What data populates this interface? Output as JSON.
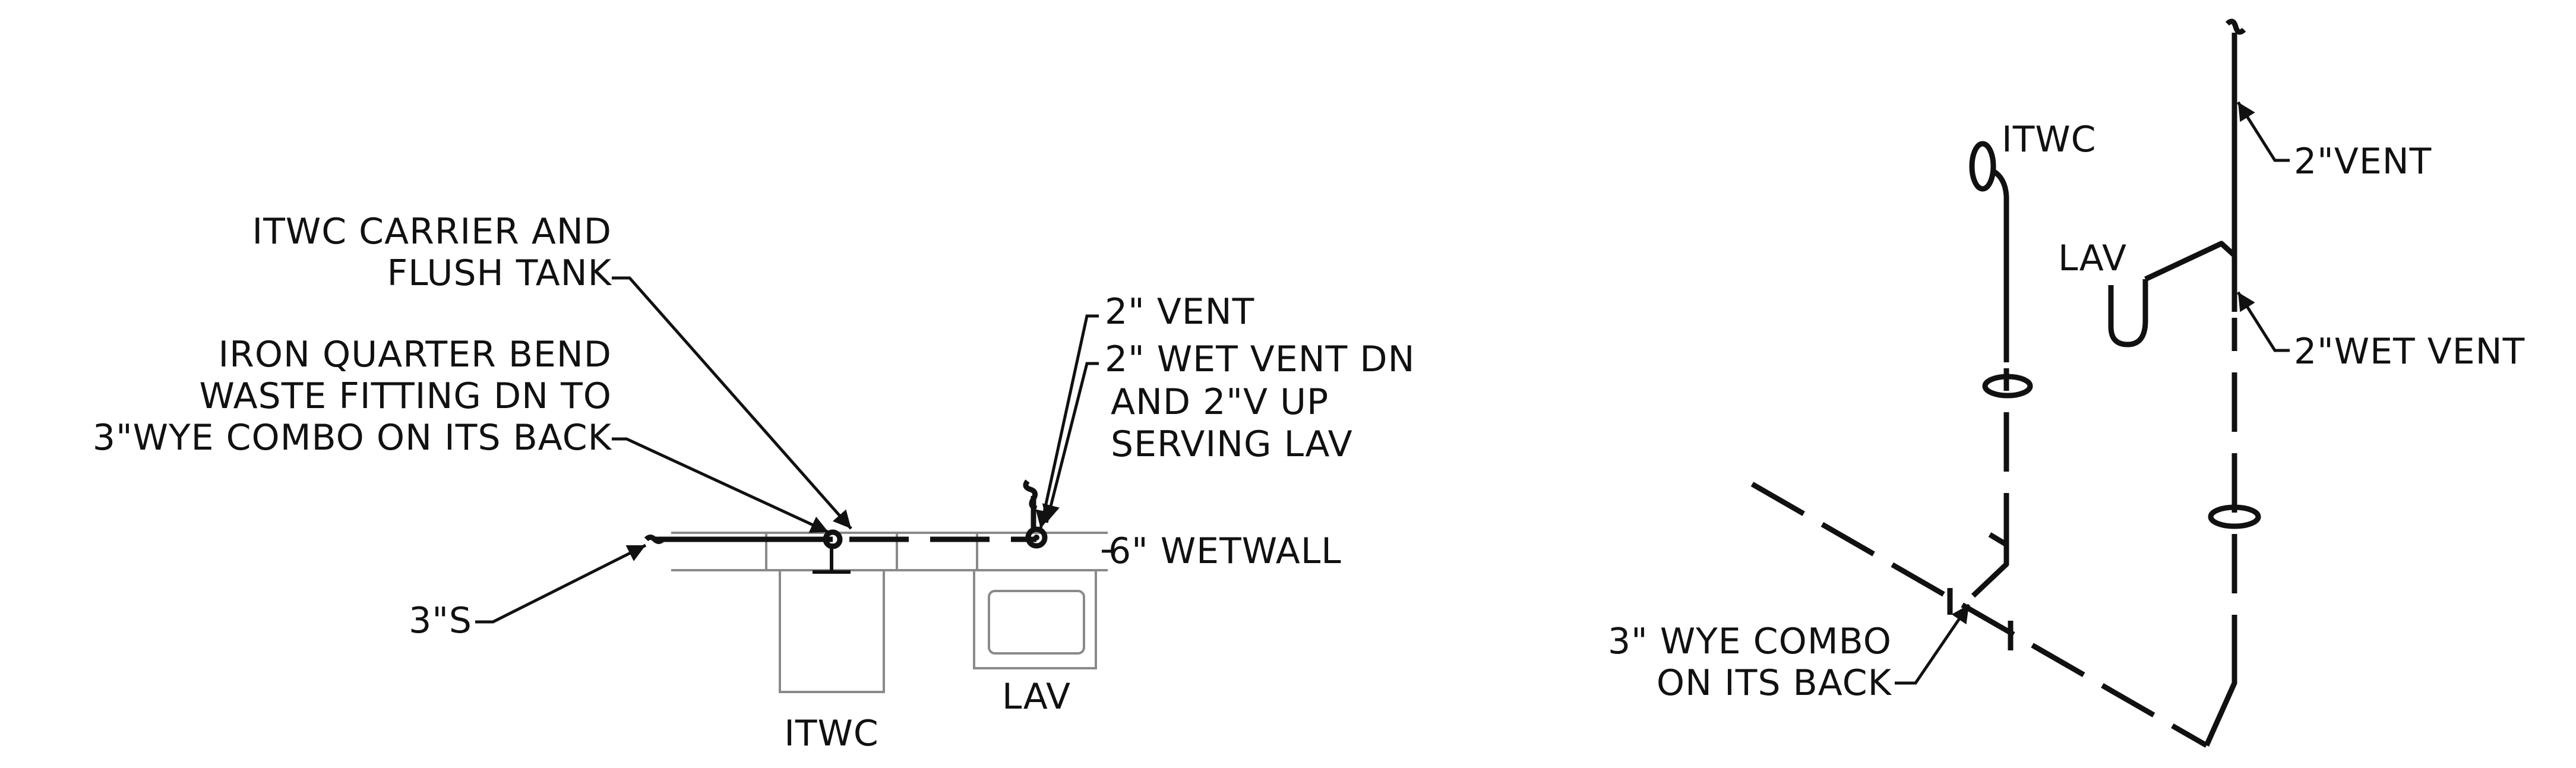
{
  "plan_view": {
    "labels": {
      "carrier_line1": "ITWC CARRIER AND",
      "carrier_line2": "FLUSH TANK",
      "bend_line1": "IRON QUARTER BEND",
      "bend_line2": "WASTE FITTING DN TO",
      "bend_line3": "3\"WYE COMBO ON ITS BACK",
      "vent": "2\" VENT",
      "wet_vent_line1": "2\" WET VENT DN",
      "wet_vent_line2": "AND 2\"V UP",
      "wet_vent_line3": "SERVING LAV",
      "wetwall": "6\" WETWALL",
      "sanitary": "3\"S",
      "itwc": "ITWC",
      "lav": "LAV"
    }
  },
  "iso_view": {
    "labels": {
      "itwc": "ITWC",
      "lav": "LAV",
      "vent": "2\"VENT",
      "wet_vent": "2\"WET VENT",
      "wye_line1": "3\" WYE COMBO",
      "wye_line2": "ON ITS BACK"
    }
  },
  "colors": {
    "line": "#111111",
    "fixture_outline": "#8a8a8a",
    "background": "#ffffff"
  }
}
